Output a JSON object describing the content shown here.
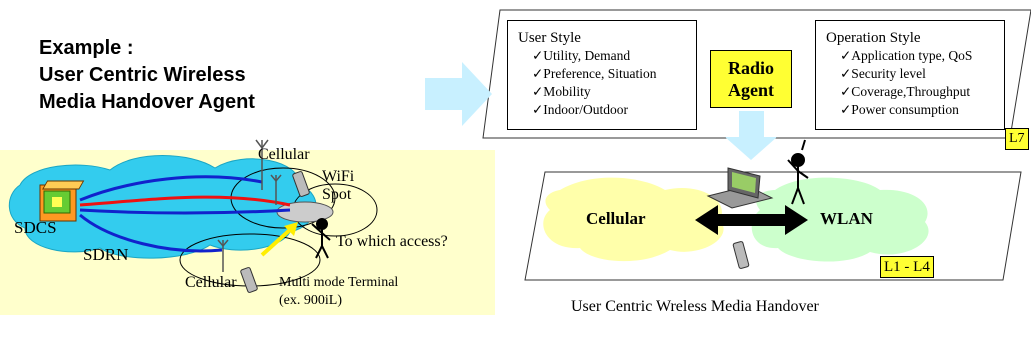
{
  "slide": {
    "title_lines": [
      "Example :",
      "User Centric Wireless",
      "Media Handover Agent"
    ]
  },
  "left_diagram": {
    "labels": {
      "cellular_top": "Cellular",
      "wifi_spot": "WiFi\nSpot",
      "sdcs": "SDCS",
      "sdrn": "SDRN",
      "to_which_access": "To which access?",
      "cellular_bottom": "Cellular",
      "terminal": "Multi mode Terminal",
      "terminal_model": "(ex. 900iL)"
    }
  },
  "top_panel": {
    "user_style": {
      "title": "User Style",
      "items": [
        "✓Utility, Demand",
        "✓Preference, Situation",
        "✓Mobility",
        "✓Indoor/Outdoor"
      ]
    },
    "radio_agent": "Radio Agent",
    "operation_style": {
      "title": "Operation Style",
      "items": [
        "✓Application type, QoS",
        "✓Security level",
        "✓Coverage,Throughput",
        "✓Power consumption"
      ]
    },
    "layer_tag": "L7"
  },
  "bottom_panel": {
    "cellular": "Cellular",
    "wlan": "WLAN",
    "layer_tag": "L1 - L4"
  },
  "caption": "User Centric Wreless Media Handover",
  "colors": {
    "yellow_bg": "#ffffcc",
    "cloud_cyan": "#33ccee",
    "cellular_cloud": "#ffffaa",
    "wlan_cloud": "#ccffcc",
    "tag_yellow": "#ffff33",
    "arrow_blue": "#c8f0ff"
  }
}
